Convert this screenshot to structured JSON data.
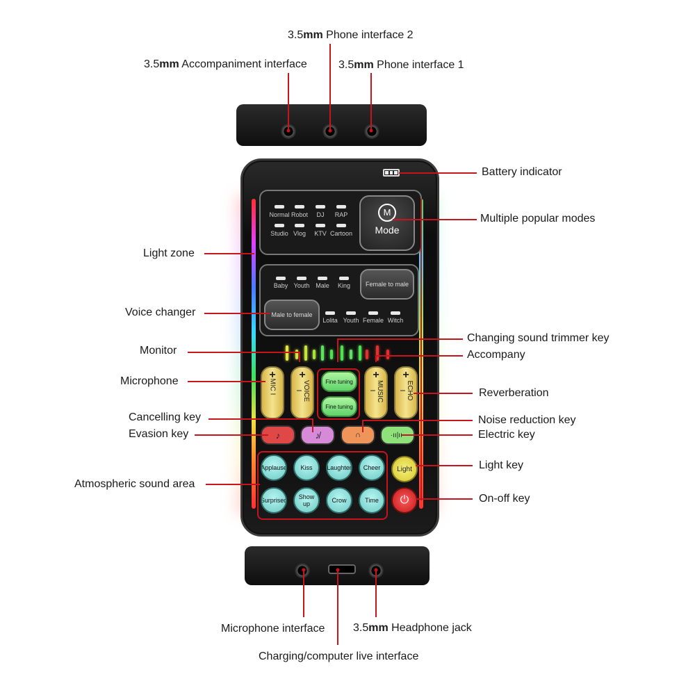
{
  "labels": {
    "phone2": "Phone interface 2",
    "accompaniment": "Accompaniment interface",
    "phone1": "Phone interface 1",
    "size_prefix": "3.5",
    "size_unit": "mm",
    "battery": "Battery indicator",
    "modes": "Multiple popular modes",
    "light_zone": "Light zone",
    "voice_changer": "Voice changer",
    "trimmer": "Changing sound trimmer key",
    "monitor": "Monitor",
    "accompany": "Accompany",
    "microphone": "Microphone",
    "reverberation": "Reverberation",
    "cancelling": "Cancelling key",
    "noise_reduction": "Noise reduction key",
    "evasion": "Evasion key",
    "electric": "Electric key",
    "light_key": "Light key",
    "atmospheric": "Atmospheric sound area",
    "onoff": "On-off key",
    "mic_interface": "Microphone interface",
    "headphone": "Headphone jack",
    "charging": "Charging/computer live interface"
  },
  "device": {
    "modes_row1": [
      "Normal",
      "Robot",
      "DJ",
      "RAP"
    ],
    "modes_row2": [
      "Studio",
      "Vlog",
      "KTV",
      "Cartoon"
    ],
    "mode_button": "Mode",
    "mode_icon": "M",
    "voices_row1": [
      "Baby",
      "Youth",
      "Male",
      "King"
    ],
    "voices_row2": [
      "Lolita",
      "Youth",
      "Female",
      "Witch"
    ],
    "female_to_male": "Female to male",
    "male_to_female": "Male to female",
    "sliders": [
      "MIC",
      "VOICE",
      "MUSIC",
      "ECHO"
    ],
    "fine_tuning": "Fine tuning",
    "sounds_row1": [
      "Applause",
      "Kiss",
      "Laughter",
      "Cheer"
    ],
    "sounds_row2": [
      "Surprised",
      "Show up",
      "Crow",
      "Time"
    ],
    "light_button": "Light",
    "power_icon": "⏻",
    "evasion_icon": "♪",
    "cancel_icon": "♪̸",
    "noise_icon": "🎧",
    "electric_icon": "·ıı|ıı·"
  },
  "colors": {
    "leader": "#c8141c",
    "evasion": "#e04848",
    "cancelling": "#d68ad8",
    "noise": "#f0955a",
    "electric": "#8fe27a",
    "light": "#e9e04a",
    "power": "#e02828"
  }
}
